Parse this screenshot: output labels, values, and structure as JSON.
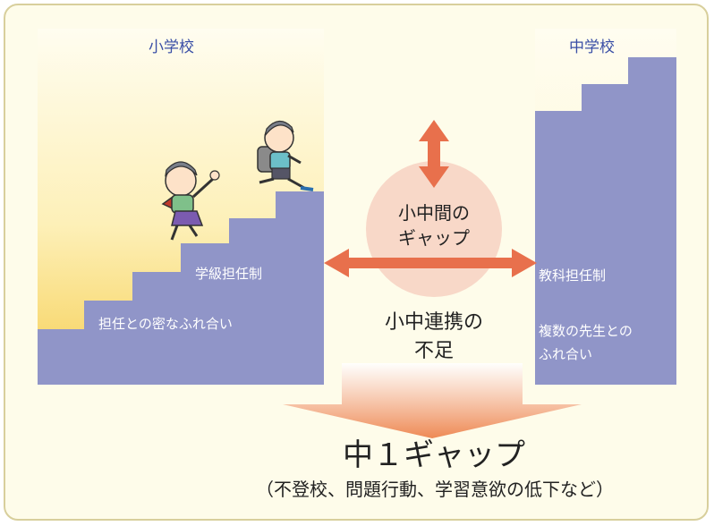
{
  "elementary": {
    "title": "小学校",
    "step_upper": "学級担任制",
    "step_lower": "担任との密なふれ合い"
  },
  "middle": {
    "title": "中学校",
    "text1": "教科担任制",
    "text2_line1": "複数の先生との",
    "text2_line2": "ふれ合い"
  },
  "gap_circle": {
    "line1": "小中間の",
    "line2": "ギャップ"
  },
  "cooperation": {
    "line1": "小中連携の",
    "line2": "不足"
  },
  "result": {
    "title": "中１ギャップ",
    "subtitle": "（不登校、問題行動、学習意欲の低下など）"
  },
  "colors": {
    "background": "#fefcea",
    "border": "#d8cf9c",
    "stairs": "#9095c8",
    "arrow": "#e8704c",
    "circle": "#f8d8c8",
    "title_blue": "#3a4fa6"
  }
}
